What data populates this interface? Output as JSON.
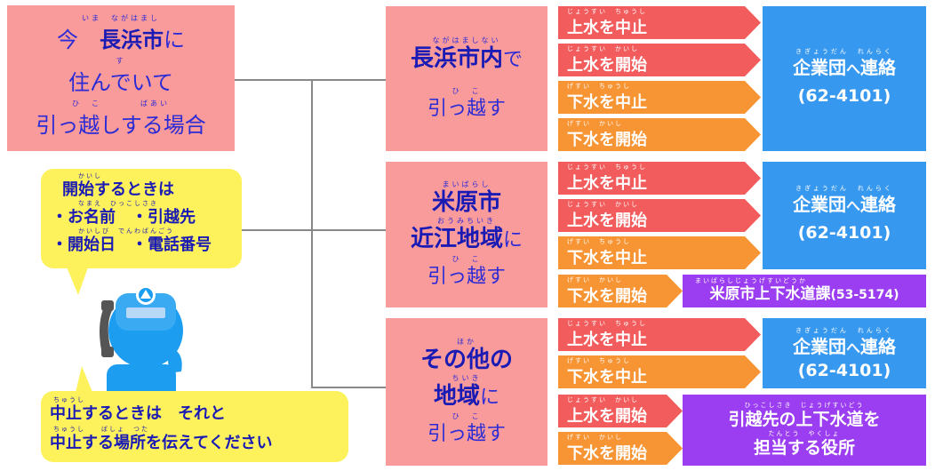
{
  "title": {
    "line1_a": "今",
    "line1_b": "長浜市",
    "line1_c": "に",
    "line2": "住んでいて",
    "line3": "引っ越しする場合",
    "ruby1": "いま　ながはまし",
    "ruby2": "す",
    "ruby3": "ひ　こ　　　　ばあい"
  },
  "areas": [
    {
      "ruby_top": "ながはましない",
      "big": "長浜市内",
      "suffix": "で",
      "ruby_bottom": "ひ　こ",
      "bottom": "引っ越す"
    },
    {
      "ruby_top": "まいばらし",
      "big1": "米原市",
      "ruby_mid": "おうみちいき",
      "big2": "近江地域",
      "suffix": "に",
      "ruby_bottom": "ひ　こ",
      "bottom": "引っ越す"
    },
    {
      "ruby_top": "ほか",
      "big1": "その他の",
      "ruby_mid": "ちいき",
      "big2": "地域",
      "suffix": "に",
      "ruby_bottom": "ひ　こ",
      "bottom": "引っ越す"
    }
  ],
  "actions": {
    "water_stop": "上水を中止",
    "water_start": "上水を開始",
    "sewer_stop": "下水を中止",
    "sewer_start": "下水を開始",
    "ruby_water_stop": "じょうすい　ちゅうし",
    "ruby_water_start": "じょうすい　かいし",
    "ruby_sewer_stop": "げすい　ちゅうし",
    "ruby_sewer_start": "げすい　かいし"
  },
  "contact": {
    "ruby": "きぎょうだん　れんらく",
    "label_a": "企業団",
    "label_b": "へ",
    "label_c": "連絡",
    "phone": "(62-4101)"
  },
  "maibara": {
    "ruby": "まいばらしじょうげすいどうか",
    "label": "米原市上下水道課",
    "phone": "(53-5174)"
  },
  "other_office": {
    "ruby1": "ひっこしさき　じょうげすいどう",
    "line1": "引越先の上下水道を",
    "ruby2": "たんとう　やくしょ",
    "line2": "担当する役所"
  },
  "bubble_start": {
    "ruby0": "かいし",
    "line0": "開始するときは",
    "ruby1": "なまえ　ひっこしさき",
    "line1": "・お名前　・引越先",
    "ruby2": "かいしび　でんわばんごう",
    "line2": "・開始日　・電話番号"
  },
  "bubble_stop": {
    "ruby1": "ちゅうし",
    "line1": "中止するときは　それと",
    "ruby2": "ちゅうし　　ばしょ　つた",
    "line2": "中止する場所を伝えてください"
  },
  "colors": {
    "pink": "#fa9b9b",
    "red": "#f25c5c",
    "orange": "#f79433",
    "blue": "#3798f0",
    "purple": "#9b3df0",
    "yellow": "#fdf25c",
    "text_blue": "#1a1ab4"
  }
}
